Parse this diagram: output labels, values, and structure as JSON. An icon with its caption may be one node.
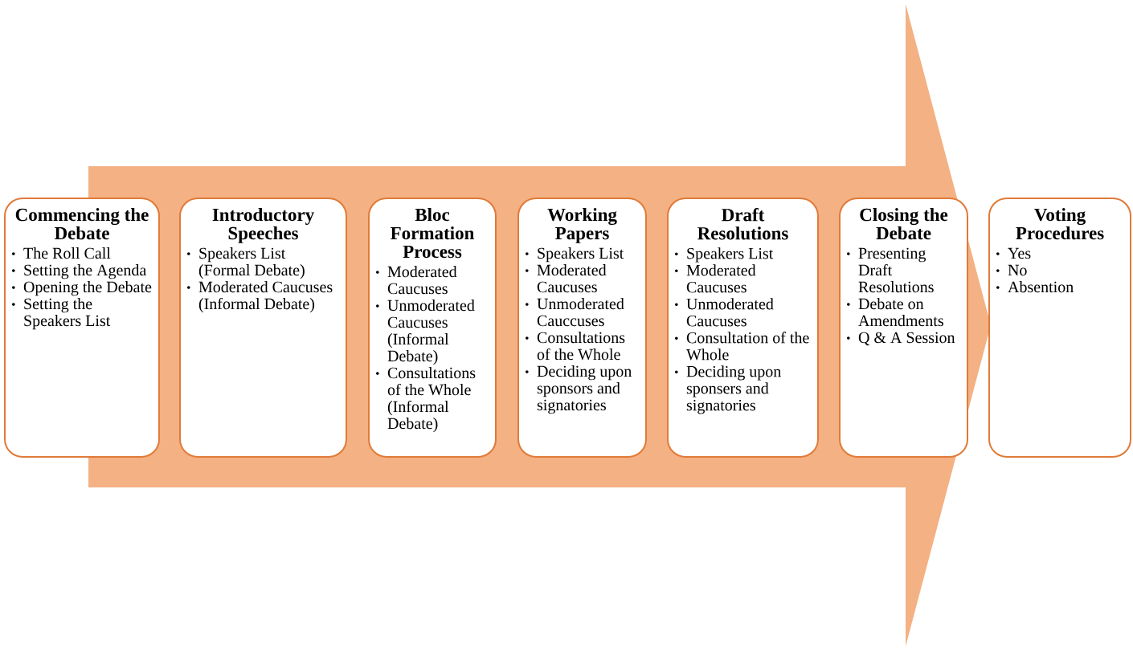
{
  "diagram": {
    "nodes": [
      {
        "text": [
          "Commencing the Debate",
          "The Roll Call",
          "Setting the Agenda",
          "Opening the Debate",
          "Setting the Speakers List"
        ]
      },
      {
        "text": [
          "Introductory Speeches",
          "Speakers List (Formal Debate)",
          "Moderated Caucuses (Informal Debate)"
        ]
      },
      {
        "text": [
          "Bloc Formation Process",
          "Moderated Caucuses",
          "Unmoderated Caucuses (Informal Debate)",
          "Consultations of the Whole (Informal Debate)"
        ]
      },
      {
        "text": [
          "Working Papers",
          "Speakers List",
          "Moderated Caucuses",
          "Unmoderated Cauccuses",
          "Consultations of the Whole",
          "Deciding upon sponsors and signatories"
        ]
      },
      {
        "text": [
          "Draft Resolutions",
          "Speakers List",
          "Moderated Caucuses",
          "Unmoderated Caucuses",
          "Consultation of the Whole",
          "Deciding upon sponsers and signatories"
        ]
      },
      {
        "text": [
          "Closing the Debate",
          "Presenting Draft Resolutions",
          "Debate on Amendments",
          "Q & A Session"
        ]
      },
      {
        "text": [
          "Voting Procedures",
          "Yes",
          "No",
          "Absention"
        ]
      }
    ]
  }
}
